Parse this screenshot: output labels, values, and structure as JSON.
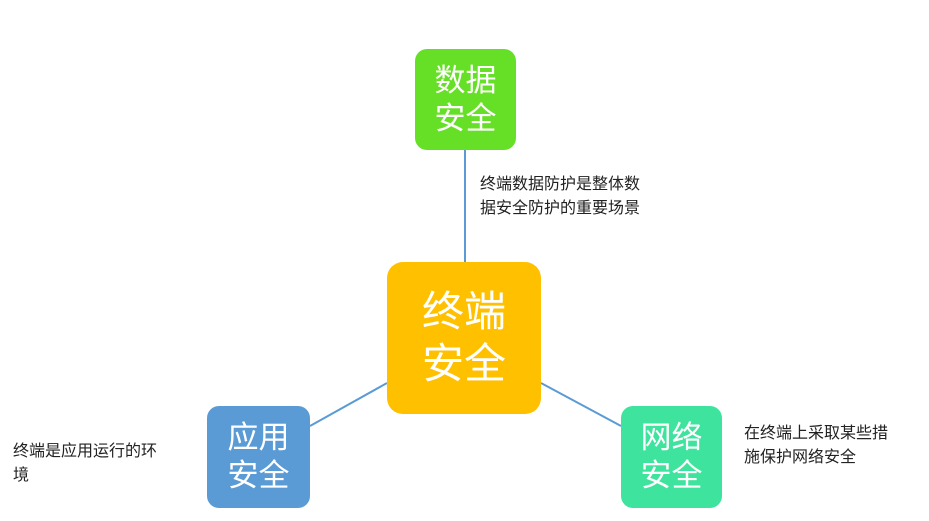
{
  "colors": {
    "data_security": "#66e026",
    "endpoint_security": "#ffc000",
    "application_security": "#5b9bd5",
    "network_security": "#3ee39e",
    "connector": "#5b9bd5"
  },
  "nodes": {
    "data": {
      "line1": "数据",
      "line2": "安全"
    },
    "center": {
      "line1": "终端",
      "line2": "安全"
    },
    "application": {
      "line1": "应用",
      "line2": "安全"
    },
    "network": {
      "line1": "网络",
      "line2": "安全"
    }
  },
  "notes": {
    "data": {
      "line1": "终端数据防护是整体数",
      "line2": "据安全防护的重要场景"
    },
    "application": {
      "line1": "终端是应用运行的环",
      "line2": "境"
    },
    "network": {
      "line1": "在终端上采取某些措",
      "line2": "施保护网络安全"
    }
  }
}
